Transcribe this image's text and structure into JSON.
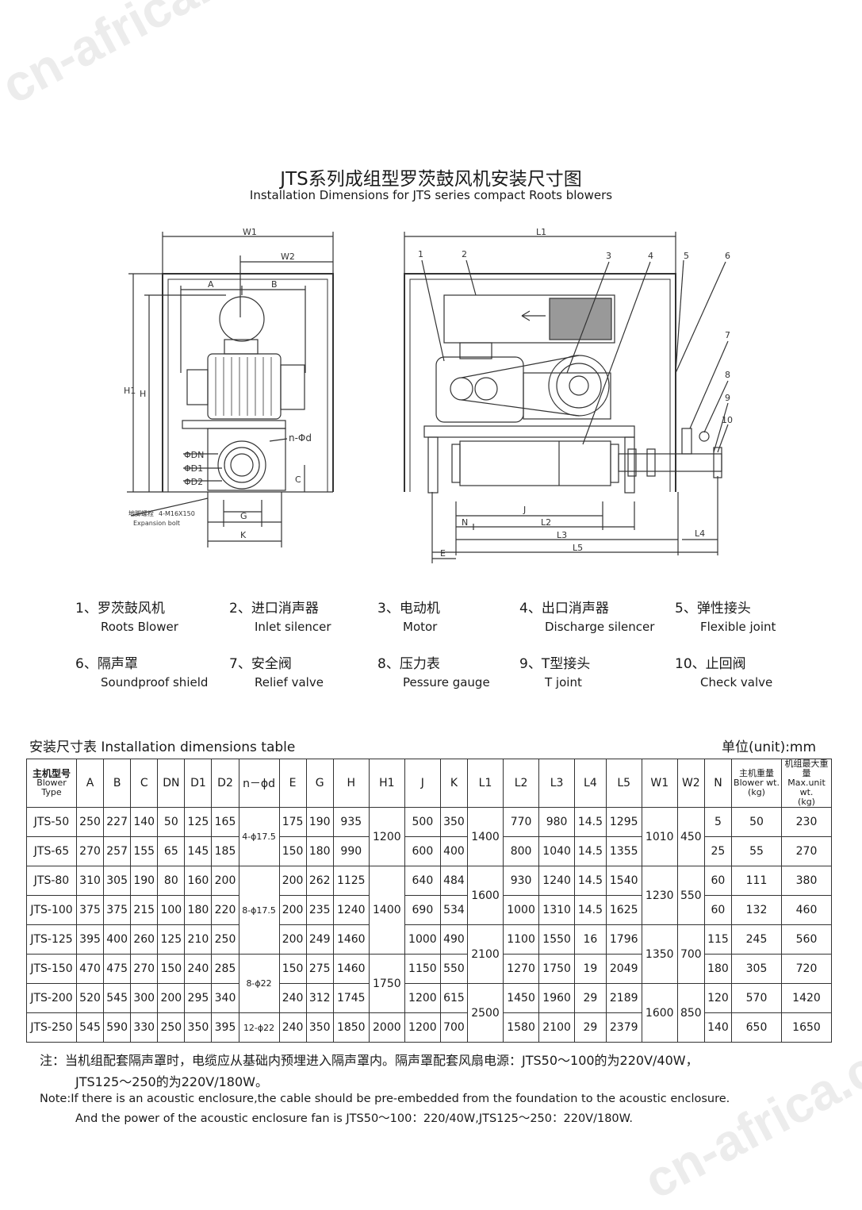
{
  "watermark": "cn-africa.cn",
  "title_zh": "JTS系列成组型罗茨鼓风机安装尺寸图",
  "title_en": "Installation Dimensions for JTS series compact Roots blowers",
  "drawing": {
    "left_labels": {
      "W1": "W1",
      "W2": "W2",
      "A": "A",
      "B": "B",
      "H1": "H1",
      "H": "H",
      "n_phi_d": "n-Φd",
      "phiDN": "ΦDN",
      "phiD1": "ΦD1",
      "phiD2": "ΦD2",
      "C": "C",
      "G": "G",
      "K": "K",
      "bolt_zh": "地脚螺栓",
      "bolt_spec": "4-M16X150",
      "bolt_en": "Expansion bolt"
    },
    "right_labels": {
      "L1": "L1",
      "J": "J",
      "N": "N",
      "L2": "L2",
      "L3": "L3",
      "L4": "L4",
      "L5": "L5",
      "E": "E",
      "n1": "1",
      "n2": "2",
      "n3": "3",
      "n4": "4",
      "n5": "5",
      "n6": "6",
      "n7": "7",
      "n8": "8",
      "n9": "9",
      "n10": "10"
    }
  },
  "legend": [
    {
      "zh": "1、罗茨鼓风机",
      "en": "Roots  Blower"
    },
    {
      "zh": "2、进口消声器",
      "en": "Inlet silencer"
    },
    {
      "zh": "3、电动机",
      "en": "Motor"
    },
    {
      "zh": "4、出口消声器",
      "en": "Discharge  silencer"
    },
    {
      "zh": "5、弹性接头",
      "en": "Flexible  joint"
    },
    {
      "zh": "6、隔声罩",
      "en": "Soundproof  shield"
    },
    {
      "zh": "7、安全阀",
      "en": "Relief  valve"
    },
    {
      "zh": "8、压力表",
      "en": "Pessure gauge"
    },
    {
      "zh": "9、T型接头",
      "en": "T  joint"
    },
    {
      "zh": "10、止回阀",
      "en": "Check valve"
    }
  ],
  "table": {
    "caption": "安装尺寸表 Installation  dimensions  table",
    "unit": "单位(unit):mm",
    "headers": {
      "type_zh": "主机型号",
      "type_en": "Blower Type",
      "A": "A",
      "B": "B",
      "C": "C",
      "DN": "DN",
      "D1": "D1",
      "D2": "D2",
      "nphid": "n－ϕd",
      "E": "E",
      "G": "G",
      "H": "H",
      "H1": "H1",
      "J": "J",
      "K": "K",
      "L1": "L1",
      "L2": "L2",
      "L3": "L3",
      "L4": "L4",
      "L5": "L5",
      "W1": "W1",
      "W2": "W2",
      "N": "N",
      "bw_zh": "主机重量",
      "bw_en": "Blower wt.",
      "bw_unit": "(kg)",
      "mw_zh": "机组最大重量",
      "mw_en": "Max.unit wt.",
      "mw_unit": "(kg)"
    },
    "rows": [
      {
        "type": "JTS-50",
        "A": "250",
        "B": "227",
        "C": "140",
        "DN": "50",
        "D1": "125",
        "D2": "165",
        "E": "175",
        "G": "190",
        "H": "935",
        "J": "500",
        "K": "350",
        "L2": "770",
        "L3": "980",
        "L4": "14.5",
        "L5": "1295",
        "N": "5",
        "bw": "50",
        "mw": "230"
      },
      {
        "type": "JTS-65",
        "A": "270",
        "B": "257",
        "C": "155",
        "DN": "65",
        "D1": "145",
        "D2": "185",
        "E": "150",
        "G": "180",
        "H": "990",
        "J": "600",
        "K": "400",
        "L2": "800",
        "L3": "1040",
        "L4": "14.5",
        "L5": "1355",
        "N": "25",
        "bw": "55",
        "mw": "270"
      },
      {
        "type": "JTS-80",
        "A": "310",
        "B": "305",
        "C": "190",
        "DN": "80",
        "D1": "160",
        "D2": "200",
        "E": "200",
        "G": "262",
        "H": "1125",
        "J": "640",
        "K": "484",
        "L2": "930",
        "L3": "1240",
        "L4": "14.5",
        "L5": "1540",
        "N": "60",
        "bw": "111",
        "mw": "380"
      },
      {
        "type": "JTS-100",
        "A": "375",
        "B": "375",
        "C": "215",
        "DN": "100",
        "D1": "180",
        "D2": "220",
        "E": "200",
        "G": "235",
        "H": "1240",
        "J": "690",
        "K": "534",
        "L2": "1000",
        "L3": "1310",
        "L4": "14.5",
        "L5": "1625",
        "N": "60",
        "bw": "132",
        "mw": "460"
      },
      {
        "type": "JTS-125",
        "A": "395",
        "B": "400",
        "C": "260",
        "DN": "125",
        "D1": "210",
        "D2": "250",
        "E": "200",
        "G": "249",
        "H": "1460",
        "J": "1000",
        "K": "490",
        "L2": "1100",
        "L3": "1550",
        "L4": "16",
        "L5": "1796",
        "N": "115",
        "bw": "245",
        "mw": "560"
      },
      {
        "type": "JTS-150",
        "A": "470",
        "B": "475",
        "C": "270",
        "DN": "150",
        "D1": "240",
        "D2": "285",
        "E": "150",
        "G": "275",
        "H": "1460",
        "J": "1150",
        "K": "550",
        "L2": "1270",
        "L3": "1750",
        "L4": "19",
        "L5": "2049",
        "N": "180",
        "bw": "305",
        "mw": "720"
      },
      {
        "type": "JTS-200",
        "A": "520",
        "B": "545",
        "C": "300",
        "DN": "200",
        "D1": "295",
        "D2": "340",
        "E": "240",
        "G": "312",
        "H": "1745",
        "J": "1200",
        "K": "615",
        "L2": "1450",
        "L3": "1960",
        "L4": "29",
        "L5": "2189",
        "N": "120",
        "bw": "570",
        "mw": "1420"
      },
      {
        "type": "JTS-250",
        "A": "545",
        "B": "590",
        "C": "330",
        "DN": "250",
        "D1": "350",
        "D2": "395",
        "E": "240",
        "G": "350",
        "H": "1850",
        "J": "1200",
        "K": "700",
        "L2": "1580",
        "L3": "2100",
        "L4": "29",
        "L5": "2379",
        "N": "140",
        "bw": "650",
        "mw": "1650"
      }
    ],
    "merged": {
      "nphid_1": "4-ϕ17.5",
      "nphid_2": "8-ϕ17.5",
      "nphid_3": "8-ϕ22",
      "nphid_4": "12-ϕ22",
      "H1_1": "1200",
      "H1_2": "1400",
      "H1_3": "1750",
      "H1_4": "2000",
      "L1_1": "1400",
      "L1_2": "1600",
      "L1_3": "2100",
      "L1_4": "2500",
      "W1_1": "1010",
      "W1_2": "1230",
      "W1_3": "1350",
      "W1_4": "1600",
      "W2_1": "450",
      "W2_2": "550",
      "W2_3": "700",
      "W2_4": "850"
    }
  },
  "notes": {
    "zh_1": "注：当机组配套隔声罩时，电缆应从基础内预埋进入隔声罩内。隔声罩配套风扇电源：JTS50～100的为220V/40W，",
    "zh_2": "JTS125～250的为220V/180W。",
    "en_1": "Note:If there is an acoustic enclosure,the cable should be pre-embedded from the foundation to the acoustic enclosure.",
    "en_2": "And the power of the acoustic enclosure fan is JTS50～100：220/40W,JTS125～250：220V/180W."
  }
}
